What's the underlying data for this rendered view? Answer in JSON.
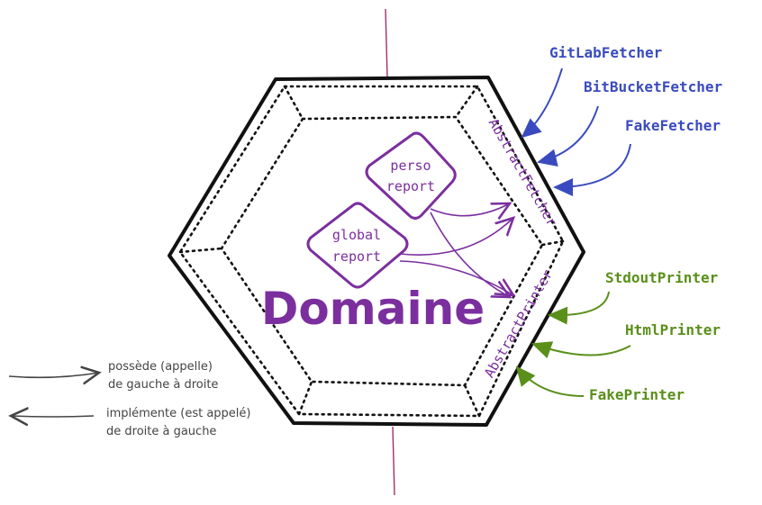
{
  "colors": {
    "outline": "#111111",
    "purple": "#7b2f9e",
    "blue": "#3a4bbf",
    "green": "#5a8f1a",
    "gray": "#444444",
    "axis": "#a0306a"
  },
  "domain": {
    "title": "Domaine",
    "perso": {
      "line1": "perso",
      "line2": "report"
    },
    "global": {
      "line1": "global",
      "line2": "report"
    }
  },
  "ports": {
    "fetcher": "AbstractFetcher",
    "printer": "AbstractPrinter"
  },
  "adapters": {
    "fetchers": [
      "GitLabFetcher",
      "BitBucketFetcher",
      "FakeFetcher"
    ],
    "printers": [
      "StdoutPrinter",
      "HtmlPrinter",
      "FakePrinter"
    ]
  },
  "legend": {
    "owns": {
      "line1": "possède (appelle)",
      "line2": "de gauche à droite"
    },
    "implements": {
      "line1": "implémente (est appelé)",
      "line2": "de droite à gauche"
    }
  }
}
